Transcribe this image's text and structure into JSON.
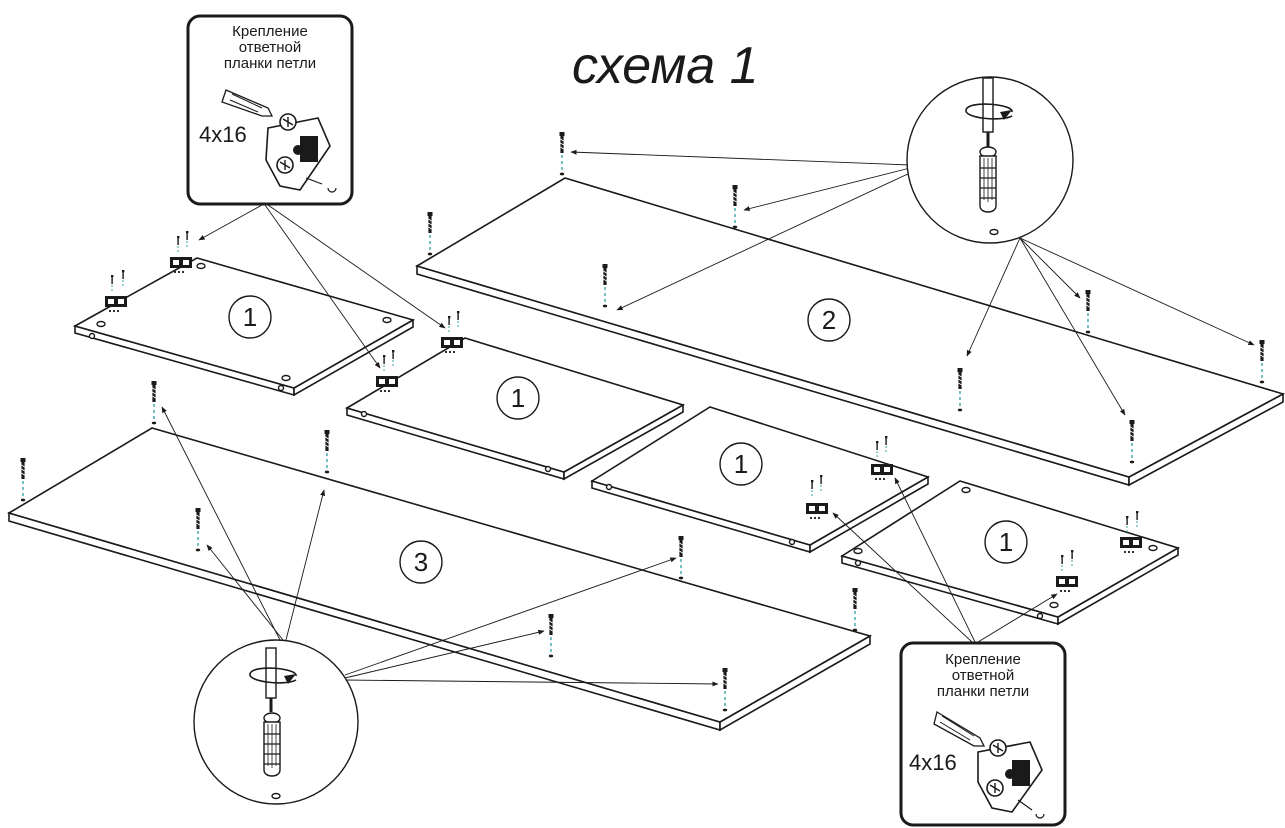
{
  "title": "схема 1",
  "panel_labels": [
    "1",
    "1",
    "1",
    "1",
    "2",
    "3"
  ],
  "callout_top": {
    "caption_lines": [
      "Крепление",
      "ответной",
      "планки петли"
    ],
    "screw_size": "4x16"
  },
  "callout_bottom": {
    "caption_lines": [
      "Крепление",
      "ответной",
      "планки петли"
    ],
    "screw_size": "4x16"
  },
  "colors": {
    "line": "#1a1a1a",
    "screw_dash": "#3aa6a6",
    "background": "#ffffff"
  },
  "icons": [
    "screwdriver-icon",
    "screw-icon",
    "hinge-plate-icon",
    "rotation-arrow-icon"
  ]
}
